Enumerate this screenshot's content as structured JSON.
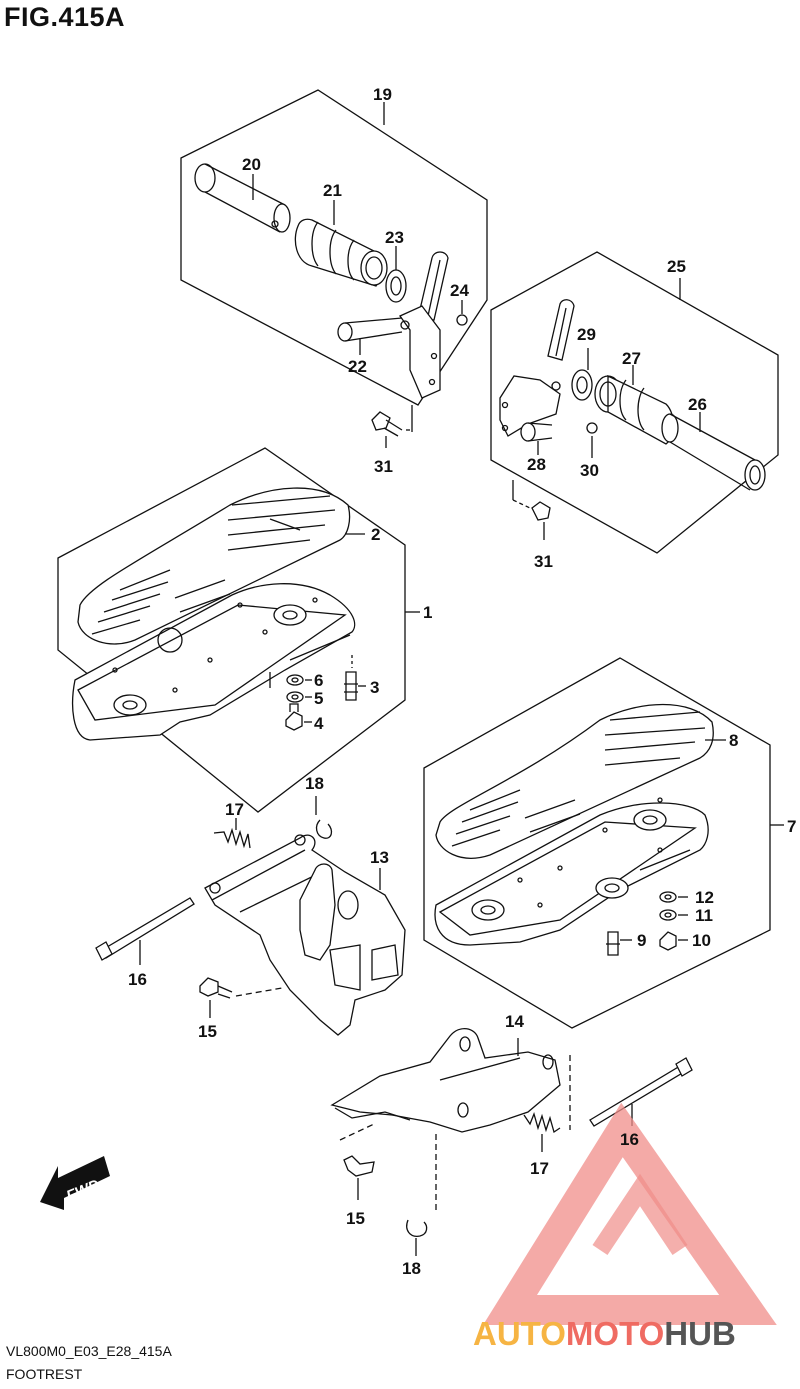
{
  "figure": {
    "title": "FIG.415A",
    "code": "VL800M0_E03_E28_415A",
    "name": "FOOTREST"
  },
  "direction": {
    "label": "FWD"
  },
  "watermark": {
    "part1": "AUTO",
    "part2": "MOTO",
    "part3": "HUB",
    "color1": "#f6b443",
    "color2": "#ef6b62",
    "color3": "#555555"
  },
  "callouts": [
    {
      "id": "c19",
      "label": "19"
    },
    {
      "id": "c20",
      "label": "20"
    },
    {
      "id": "c21",
      "label": "21"
    },
    {
      "id": "c23",
      "label": "23"
    },
    {
      "id": "c24",
      "label": "24"
    },
    {
      "id": "c22",
      "label": "22"
    },
    {
      "id": "c25",
      "label": "25"
    },
    {
      "id": "c29",
      "label": "29"
    },
    {
      "id": "c27",
      "label": "27"
    },
    {
      "id": "c26",
      "label": "26"
    },
    {
      "id": "c28",
      "label": "28"
    },
    {
      "id": "c30",
      "label": "30"
    },
    {
      "id": "c31a",
      "label": "31"
    },
    {
      "id": "c31b",
      "label": "31"
    },
    {
      "id": "c2",
      "label": "2"
    },
    {
      "id": "c1",
      "label": "1"
    },
    {
      "id": "c6",
      "label": "6"
    },
    {
      "id": "c5",
      "label": "5"
    },
    {
      "id": "c3",
      "label": "3"
    },
    {
      "id": "c4",
      "label": "4"
    },
    {
      "id": "c8",
      "label": "8"
    },
    {
      "id": "c7",
      "label": "7"
    },
    {
      "id": "c12",
      "label": "12"
    },
    {
      "id": "c11",
      "label": "11"
    },
    {
      "id": "c10",
      "label": "10"
    },
    {
      "id": "c9",
      "label": "9"
    },
    {
      "id": "c18a",
      "label": "18"
    },
    {
      "id": "c17a",
      "label": "17"
    },
    {
      "id": "c13",
      "label": "13"
    },
    {
      "id": "c16a",
      "label": "16"
    },
    {
      "id": "c15a",
      "label": "15"
    },
    {
      "id": "c14",
      "label": "14"
    },
    {
      "id": "c16b",
      "label": "16"
    },
    {
      "id": "c17b",
      "label": "17"
    },
    {
      "id": "c15b",
      "label": "15"
    },
    {
      "id": "c18b",
      "label": "18"
    }
  ]
}
